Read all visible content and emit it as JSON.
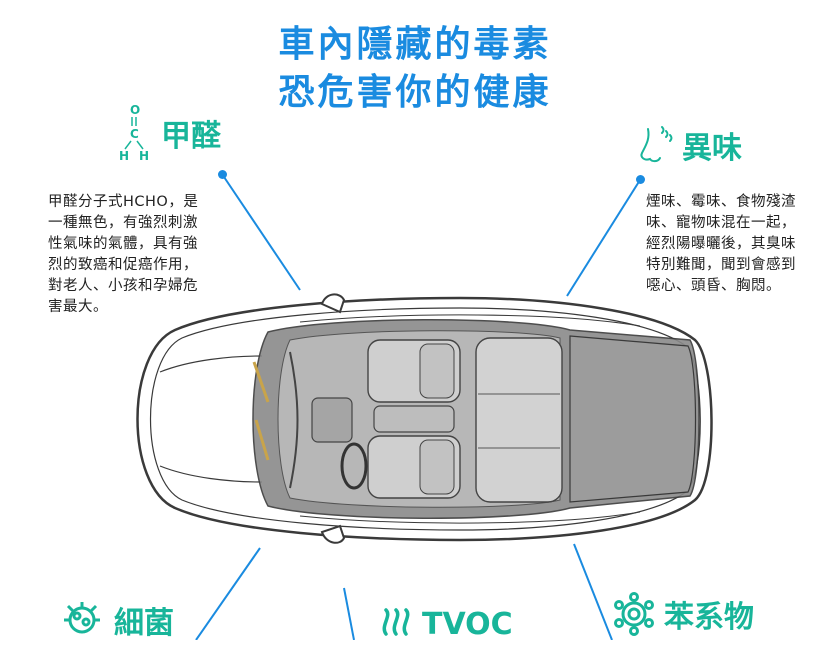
{
  "title": {
    "line1": "車內隱藏的毒素",
    "line2": "恐危害你的健康"
  },
  "sections": {
    "formaldehyde": {
      "heading": "甲醛",
      "icon": "formaldehyde-molecule-icon",
      "formula_atoms": {
        "o": "O",
        "c": "C",
        "h1": "H",
        "h2": "H"
      },
      "lines": [
        "甲醛分子式HCHO，是",
        "一種無色，有強烈刺激",
        "性氣味的氣體，具有強",
        "烈的致癌和促癌作用，",
        "對老人、小孩和孕婦危",
        "害最大。"
      ]
    },
    "odor": {
      "heading": "異味",
      "icon": "nose-smell-icon",
      "lines": [
        "煙味、霉味、食物殘渣",
        "味、寵物味混在一起，",
        "經烈陽曝曬後，其臭味",
        "特別難聞，聞到會感到",
        "噁心、頭昏、胸悶。"
      ]
    },
    "bacteria": {
      "heading": "細菌",
      "icon": "bacteria-icon"
    },
    "tvoc": {
      "heading": "TVOC",
      "icon": "vapor-waves-icon"
    },
    "benzene": {
      "heading": "苯系物",
      "icon": "benzene-molecule-icon"
    }
  },
  "colors": {
    "title": "#1a8be0",
    "heading": "#18b59a",
    "line": "#1a8be0",
    "text": "#222222",
    "car_outline": "#3a3a3a",
    "car_glass": "#8a8a8a"
  }
}
